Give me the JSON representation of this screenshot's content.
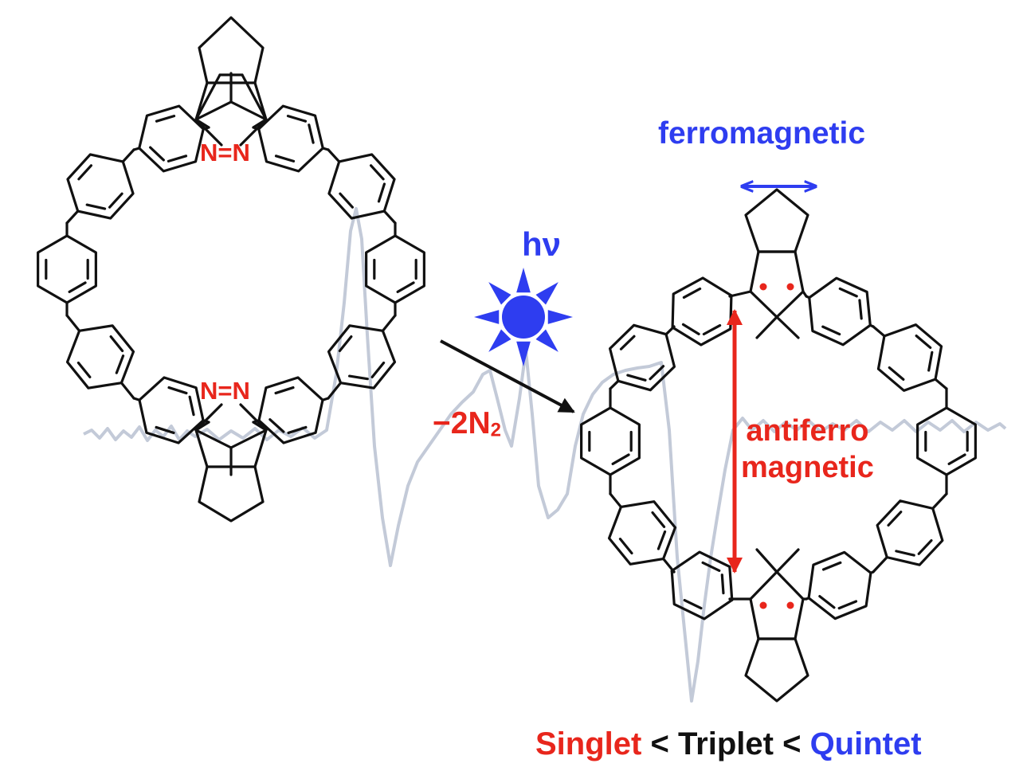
{
  "labels": {
    "azo_top": "N=N",
    "azo_bottom": "N=N",
    "ferro": "ferromagnetic",
    "photon": "hν",
    "loss_prefix": "−2N",
    "loss_sub": "2",
    "afm_line1": "antiferro",
    "afm_line2": "magnetic",
    "state_singlet": "Singlet",
    "state_sep1": " < ",
    "state_triplet": "Triplet",
    "state_sep2": " < ",
    "state_quintet": "Quintet"
  },
  "colors": {
    "red": "#e8261c",
    "blue": "#2e3df0",
    "bond": "#111111",
    "spectrum": "#c3cad8",
    "background": "#ffffff"
  },
  "icons": [
    "sun-icon",
    "double-arrow-icon",
    "reaction-arrow-icon"
  ]
}
